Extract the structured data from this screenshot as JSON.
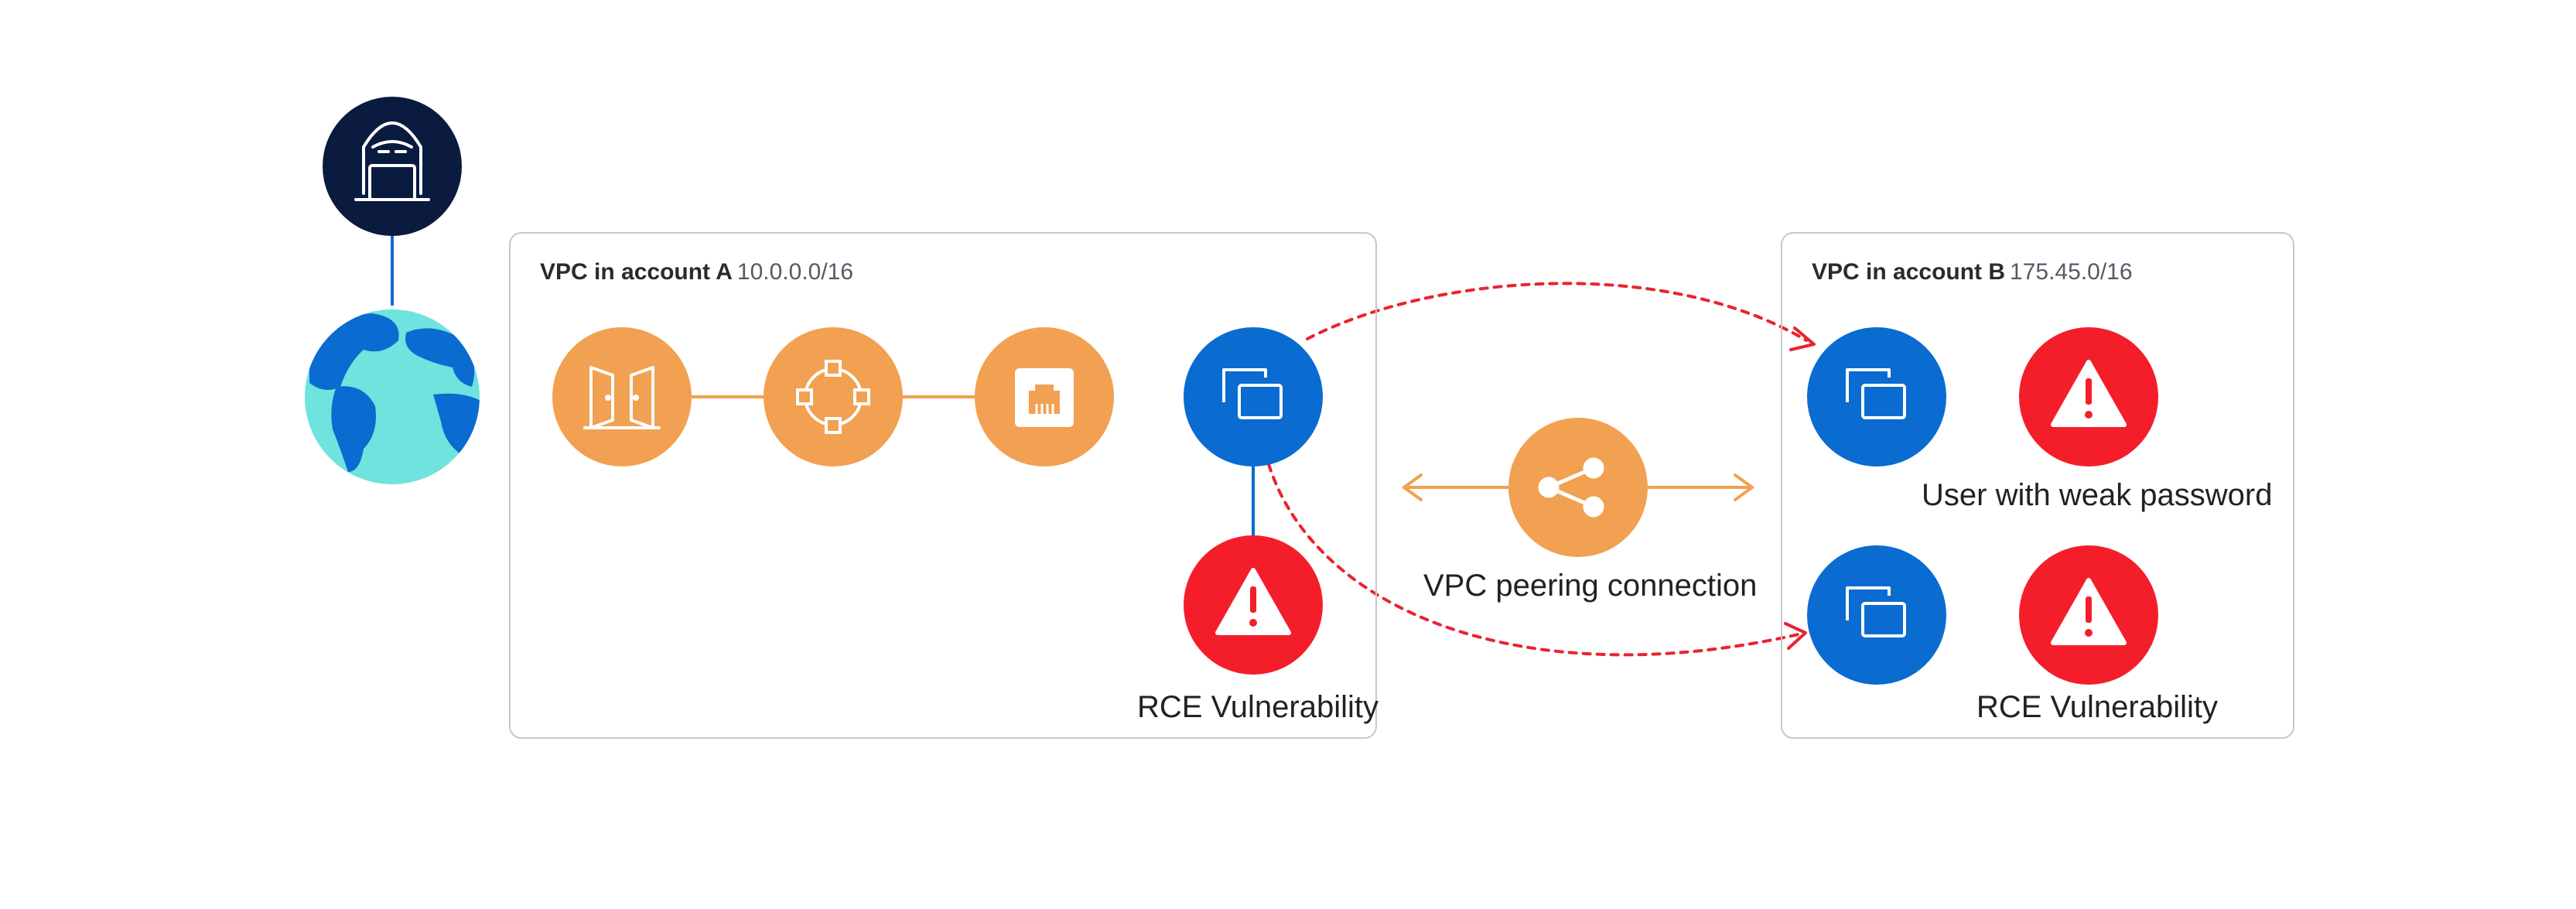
{
  "vpc_a": {
    "title": "VPC in account A",
    "cidr": "10.0.0.0/16"
  },
  "vpc_b": {
    "title": "VPC in account B",
    "cidr": "175.45.0/16"
  },
  "labels": {
    "rce_a": "RCE Vulnerability",
    "rce_b": "RCE Vulnerability",
    "weak_password": "User with weak password",
    "peering": "VPC peering connection"
  },
  "colors": {
    "attacker": "#0b1a3f",
    "internet_ocean": "#6fe3dd",
    "internet_land": "#0a6bd1",
    "network_orange": "#f1a151",
    "instance_blue": "#0a6bd1",
    "alert_red": "#f41e2b",
    "attack_path": "#e8242f",
    "box_border": "#c8c8c8"
  },
  "icons": {
    "attacker": "hooded-hacker-laptop-icon",
    "internet": "globe-icon",
    "gateway": "internet-gateway-icon",
    "router": "router-icon",
    "nacl": "network-interface-icon",
    "instance": "instance-windows-icon",
    "alert": "alert-triangle-icon",
    "peering": "share-network-icon"
  }
}
